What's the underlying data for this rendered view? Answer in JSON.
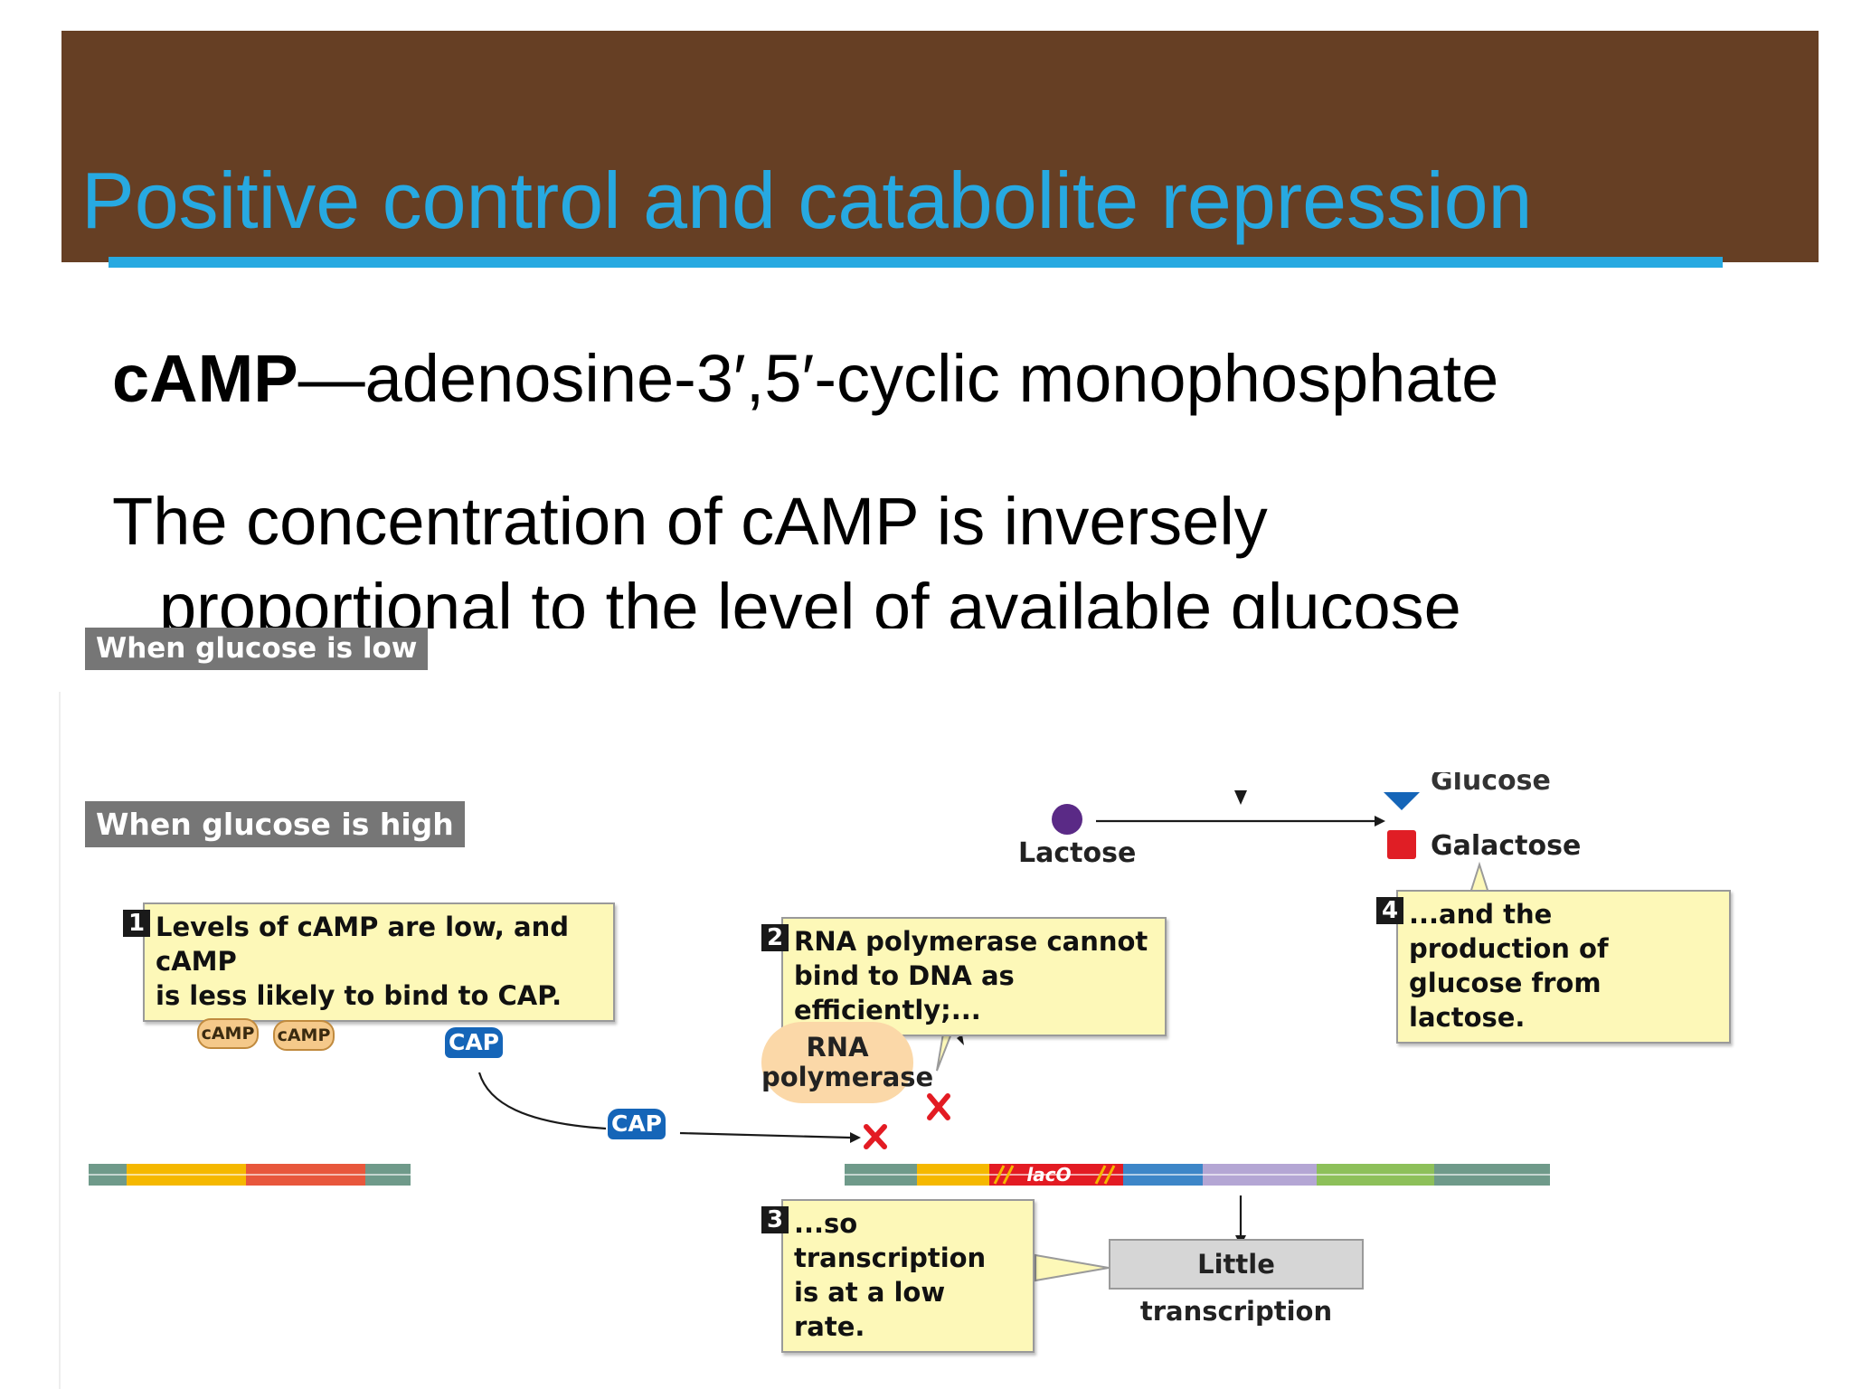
{
  "slide": {
    "title": "Positive control and catabolite repression",
    "bullet1_bold": "cAMP",
    "bullet1_rest": "—adenosine-3′,5′-cyclic monophosphate",
    "bullet2_line1": "The concentration of cAMP is inversely",
    "bullet2_line2": "proportional to the level of available glucose"
  },
  "diagram": {
    "tag_low": "When glucose is low",
    "tag_high": "When glucose is high",
    "lactose_label": "Lactose",
    "glucose_label": "Glucose",
    "galactose_label": "Galactose",
    "camp_molecule": "cAMP",
    "cap_label": "CAP",
    "rna_pol_line1": "RNA",
    "rna_pol_line2": "polymerase",
    "laco_label": "lacO",
    "little_transcription": "Little transcription",
    "notes": [
      {
        "num": "1",
        "line1": "Levels of cAMP are low, and cAMP",
        "line2": "is less likely to bind to CAP."
      },
      {
        "num": "2",
        "line1": "RNA polymerase cannot",
        "line2": "bind to DNA as efficiently;..."
      },
      {
        "num": "3",
        "line1": "...so transcription",
        "line2": "is at a low rate."
      },
      {
        "num": "4",
        "line1": "...and the production of",
        "line2": "glucose from lactose."
      }
    ],
    "colors": {
      "dna_gray": "#6f9a8a",
      "dna_yellow": "#f5b800",
      "dna_red": "#e8573c",
      "dna_blue": "#3d86c8",
      "dna_lavender": "#b4a6d4",
      "dna_green": "#8dc05a",
      "cap_blue": "#1565b8",
      "camp_orange": "#f5c98a",
      "rna_pol_peach": "#fbd8a8",
      "x_red": "#e31b23",
      "lactose_purple": "#5a2a86",
      "galactose_red": "#e01e25",
      "note_yellow": "#fdf8b8"
    }
  }
}
